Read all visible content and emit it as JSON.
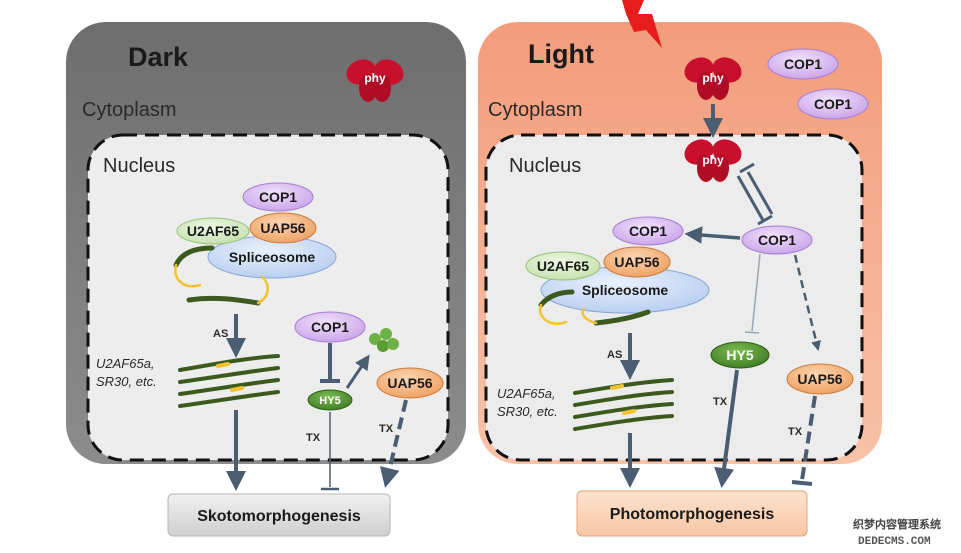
{
  "dark": {
    "title": "Dark",
    "cytoplasm": "Cytoplasm",
    "nucleus": "Nucleus",
    "phy": "phy",
    "cop1_complex": "COP1",
    "u2af65": "U2AF65",
    "uap56": "UAP56",
    "spliceosome": "Spliceosome",
    "as": "AS",
    "targets_italic_1": "U2AF65a",
    "targets_italic_2": "SR30",
    "targets_suffix": ", etc.",
    "targets_comma": ",",
    "cop1_free": "COP1",
    "hy5": "HY5",
    "uap56_free": "UAP56",
    "tx1": "TX",
    "tx2": "TX",
    "outcome": "Skotomorphogenesis"
  },
  "light": {
    "title": "Light",
    "cytoplasm": "Cytoplasm",
    "nucleus": "Nucleus",
    "phy_cyto": "phy",
    "phy_nuc": "phy",
    "cop1_cyto_1": "COP1",
    "cop1_cyto_2": "COP1",
    "cop1_complex": "COP1",
    "cop1_free": "COP1",
    "u2af65": "U2AF65",
    "uap56": "UAP56",
    "spliceosome": "Spliceosome",
    "as": "AS",
    "targets_italic_1": "U2AF65a",
    "targets_italic_2": "SR30",
    "targets_suffix": ", etc.",
    "targets_comma": ",",
    "hy5": "HY5",
    "uap56_free": "UAP56",
    "tx1": "TX",
    "tx2": "TX",
    "outcome": "Photomorphogenesis"
  },
  "watermark": {
    "line1": "织梦内容管理系统",
    "line2": "DEDECMS.COM"
  },
  "colors": {
    "dark_panel": "#7a7a7a",
    "light_panel": "#f2a98a",
    "nucleus_fill": "#ececec",
    "cop1": "#d7b3ef",
    "u2af65": "#d6ecc3",
    "uap56": "#f5b47c",
    "spliceosome": "#cfe0f7",
    "hy5": "#4f8f2f",
    "phy": "#c8102e",
    "arrow": "#4a5d73",
    "rna": "#3d5a1e",
    "exon_link": "#f2c230"
  }
}
